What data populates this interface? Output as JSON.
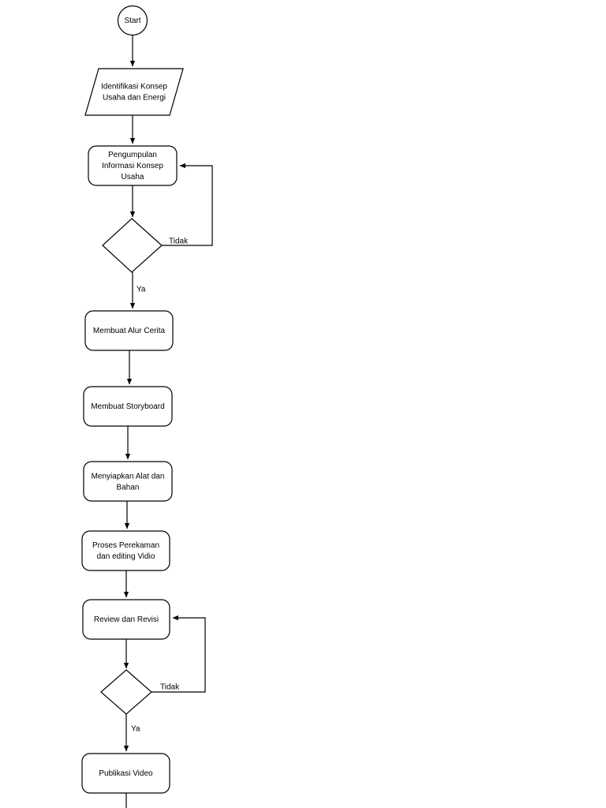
{
  "diagram": {
    "type": "flowchart",
    "orientation": "vertical",
    "background_color": "#ffffff",
    "line_color": "#000000",
    "text_color": "#000000",
    "nodes": [
      {
        "id": "start",
        "shape": "circle",
        "label": "Start"
      },
      {
        "id": "identifikasi",
        "shape": "parallelogram",
        "label_line1": "Identifikasi Konsep",
        "label_line2": "Usaha dan Energi"
      },
      {
        "id": "pengumpulan",
        "shape": "rounded-rect",
        "label_line1": "Pengumpulan",
        "label_line2": "Informasi Konsep",
        "label_line3": "Usaha"
      },
      {
        "id": "decision1",
        "shape": "diamond",
        "label": ""
      },
      {
        "id": "alurcerita",
        "shape": "rounded-rect",
        "label": "Membuat Alur Cerita"
      },
      {
        "id": "storyboard",
        "shape": "rounded-rect",
        "label": "Membuat Storyboard"
      },
      {
        "id": "alatbahan",
        "shape": "rounded-rect",
        "label_line1": "Menyiapkan Alat dan",
        "label_line2": "Bahan"
      },
      {
        "id": "perekaman",
        "shape": "rounded-rect",
        "label_line1": "Proses Perekaman",
        "label_line2": "dan editing Vidio"
      },
      {
        "id": "review",
        "shape": "rounded-rect",
        "label": "Review dan Revisi"
      },
      {
        "id": "decision2",
        "shape": "diamond",
        "label": ""
      },
      {
        "id": "publikasi",
        "shape": "rounded-rect",
        "label": "Publikasi Video"
      }
    ],
    "edge_labels": {
      "decision1_no": "Tidak",
      "decision1_yes": "Ya",
      "decision2_no": "Tidak",
      "decision2_yes": "Ya"
    }
  }
}
